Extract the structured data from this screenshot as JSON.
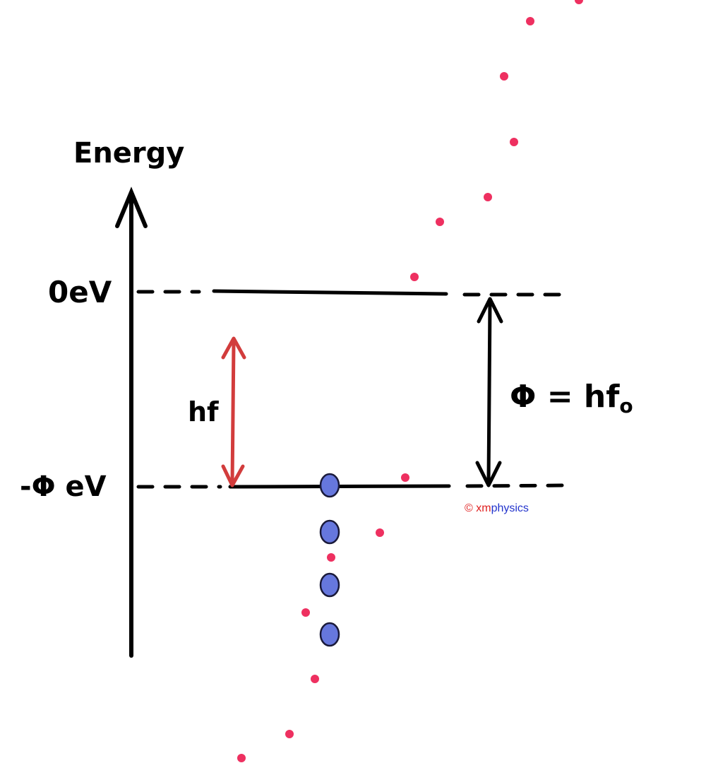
{
  "labels": {
    "energy_axis": "Energy",
    "zero_level": "0eV",
    "work_function_level": "-Φ eV",
    "photon_energy": "hf",
    "work_function_eq_prefix": "Φ = hf",
    "work_function_eq_subscript": "o"
  },
  "credit": {
    "symbol": "©",
    "part_red": "xm",
    "part_blue": "physics"
  },
  "colors": {
    "photon_dots": "#ee3060",
    "electrons": "#6677dd",
    "photon_arrow": "#d23c3c",
    "credit_red": "#e02020",
    "credit_blue": "#2233cc"
  }
}
